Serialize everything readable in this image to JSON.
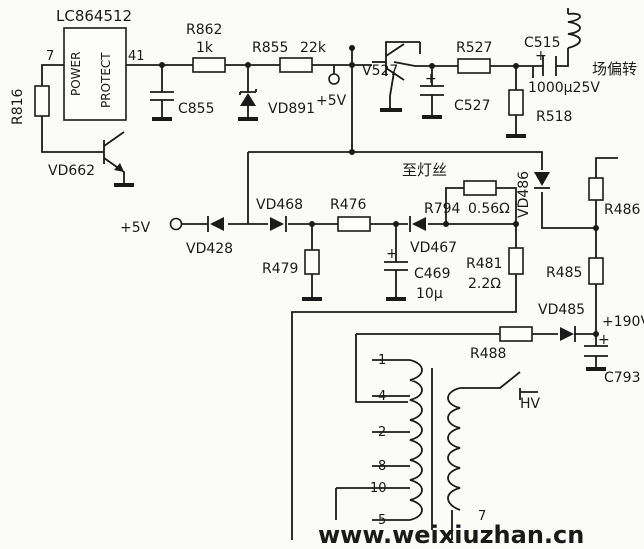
{
  "labels": {
    "ic_part": "LC864512",
    "ic_power": "POWER",
    "ic_protect": "PROTECT",
    "pin_7": "7",
    "pin_41": "41",
    "r816": "R816",
    "vd662": "VD662",
    "r862": "R862",
    "r862_val": "1k",
    "c855": "C855",
    "r855": "R855",
    "r855_val": "22k",
    "vd891": "VD891",
    "plus5v_top": "+5V",
    "v527": "V527",
    "r527": "R527",
    "c515": "C515",
    "c515_val": "1000μ25V",
    "yoke": "场偏转",
    "c527": "C527",
    "r518": "R518",
    "to_filament": "至灯丝",
    "vd486": "VD486",
    "r486": "R486",
    "plus5v_left": "+5V",
    "vd428": "VD428",
    "vd468": "VD468",
    "r476": "R476",
    "r794": "R794",
    "r794_val": "0.56Ω",
    "vd467": "VD467",
    "r479": "R479",
    "c469": "C469",
    "c469_val": "10μ",
    "r481": "R481",
    "r481_val": "2.2Ω",
    "r485": "R485",
    "vd485": "VD485",
    "plus190v": "+190V",
    "r488": "R488",
    "c793": "C793",
    "hv": "HV",
    "fbt_pin_1": "1",
    "fbt_pin_4": "4",
    "fbt_pin_2": "2",
    "fbt_pin_8": "8",
    "fbt_pin_10": "10",
    "fbt_pin_5": "5",
    "fbt_pin_7": "7",
    "watermark": "www.weixiuzhan.cn"
  }
}
